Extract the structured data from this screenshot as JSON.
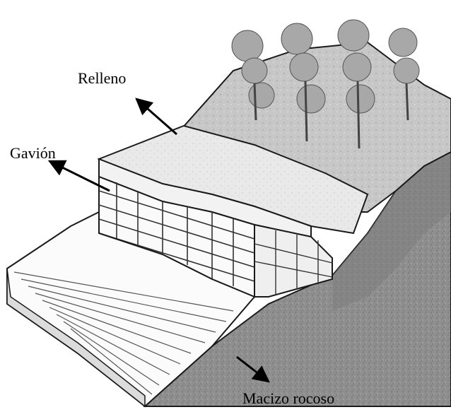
{
  "labels": {
    "relleno": "Relleno",
    "gavion": "Gavión",
    "macizo": "Macizo rocoso"
  },
  "colors": {
    "rock": "#8f8f8f",
    "rock_dark": "#6d6d6d",
    "fill": "#e6e6e6",
    "slope": "#c9c9c9",
    "tree": "#a9a9a9",
    "line": "#1a1a1a"
  },
  "icons": {
    "arrow": "arrow-icon"
  }
}
